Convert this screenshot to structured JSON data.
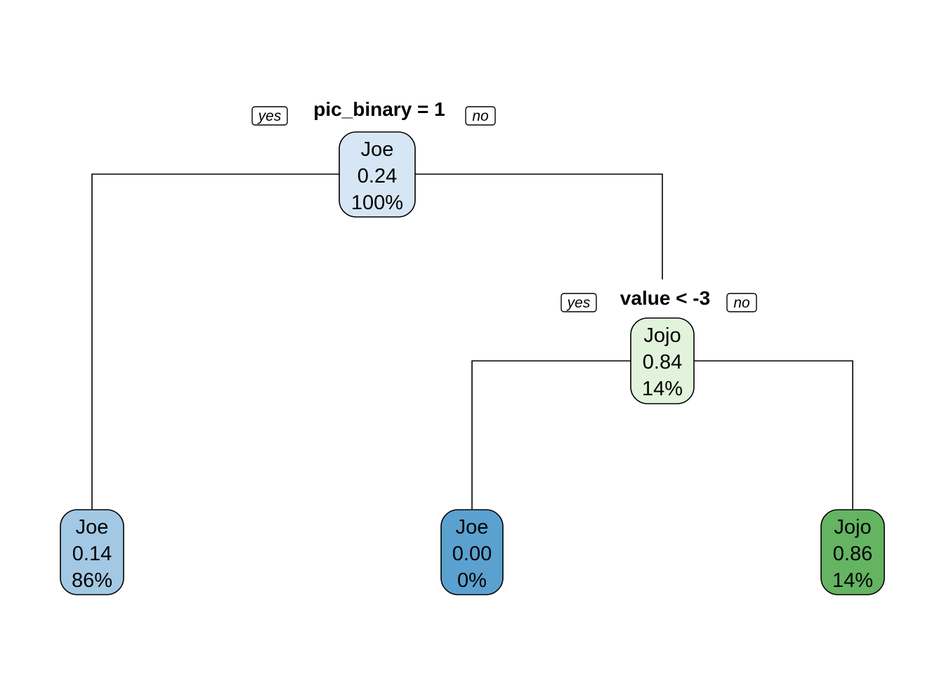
{
  "tree": {
    "branch_labels": {
      "yes": "yes",
      "no": "no"
    },
    "nodes": [
      {
        "id": "root",
        "class": "Joe",
        "prob": "0.24",
        "percent": "100%",
        "fill": "#d6e6f4",
        "split": "pic_binary = 1"
      },
      {
        "id": "leaf-left",
        "class": "Joe",
        "prob": "0.14",
        "percent": "86%",
        "fill": "#a3c8e3"
      },
      {
        "id": "internal-right",
        "class": "Jojo",
        "prob": "0.84",
        "percent": "14%",
        "fill": "#e1f3db",
        "split": "value < -3"
      },
      {
        "id": "leaf-mid",
        "class": "Joe",
        "prob": "0.00",
        "percent": "0%",
        "fill": "#5ba1cf"
      },
      {
        "id": "leaf-right",
        "class": "Jojo",
        "prob": "0.86",
        "percent": "14%",
        "fill": "#64b462"
      }
    ]
  }
}
